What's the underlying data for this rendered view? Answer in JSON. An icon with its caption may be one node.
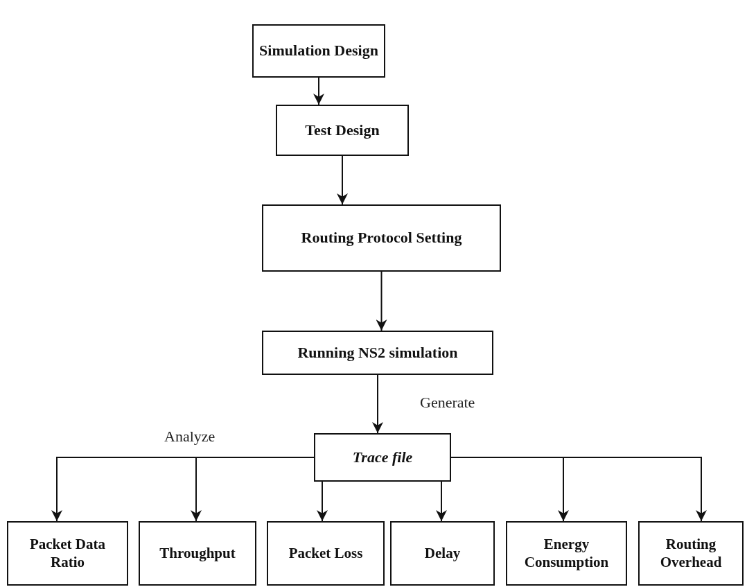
{
  "diagram": {
    "nodes": [
      {
        "text": [
          "Simulation Design"
        ]
      },
      {
        "text": [
          "Test Design"
        ]
      },
      {
        "text": [
          "Routing Protocol Setting"
        ]
      },
      {
        "text": [
          "Running NS2 simulation"
        ]
      },
      {
        "text": [
          "Trace file"
        ]
      },
      {
        "text": [
          "Packet Data Ratio"
        ]
      },
      {
        "text": [
          "Throughput"
        ]
      },
      {
        "text": [
          "Packet Loss"
        ]
      },
      {
        "text": [
          "Delay"
        ]
      },
      {
        "text": [
          "Energy Consumption"
        ]
      },
      {
        "text": [
          "Routing Overhead"
        ]
      }
    ],
    "edges": [
      {
        "from": 0,
        "to": 1,
        "arrow": "to"
      },
      {
        "from": 1,
        "to": 2,
        "arrow": "to"
      },
      {
        "from": 2,
        "to": 3,
        "arrow": "to"
      },
      {
        "from": 3,
        "to": 4,
        "arrow": "to",
        "label": "Generate"
      },
      {
        "from": 4,
        "to": 5,
        "arrow": "to"
      },
      {
        "from": 4,
        "to": 6,
        "arrow": "to"
      },
      {
        "from": 4,
        "to": 7,
        "arrow": "to"
      },
      {
        "from": 4,
        "to": 8,
        "arrow": "to"
      },
      {
        "from": 4,
        "to": 9,
        "arrow": "to"
      },
      {
        "from": 4,
        "to": 10,
        "arrow": "to"
      }
    ],
    "labels": [
      "Analyze"
    ]
  }
}
